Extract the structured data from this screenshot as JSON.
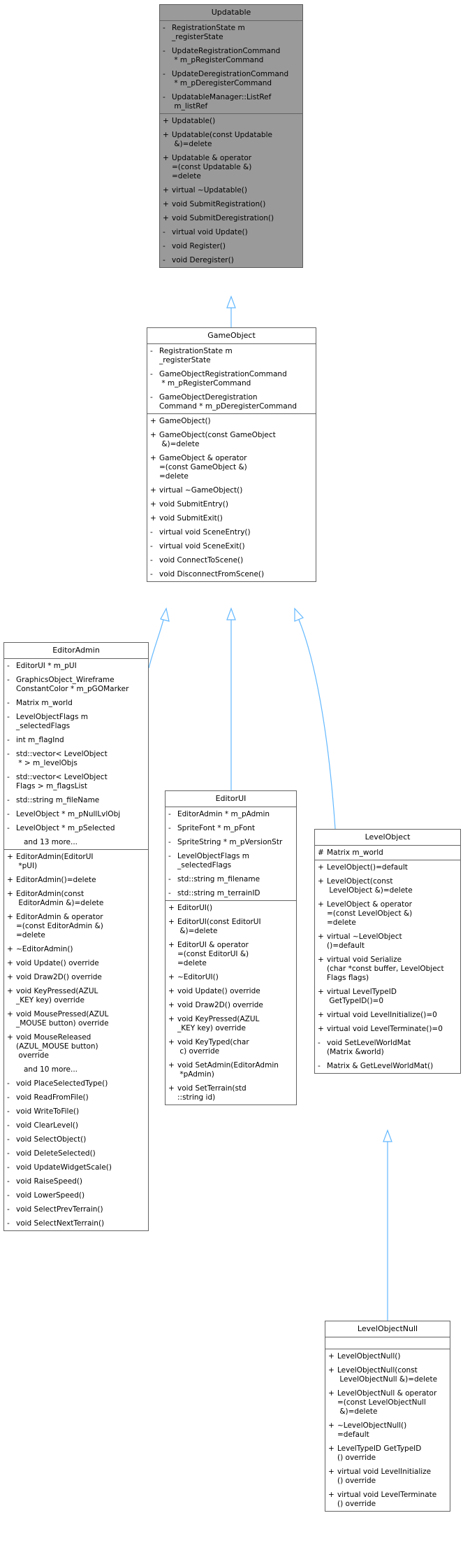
{
  "classes": {
    "updatable": {
      "name": "Updatable",
      "attributes": [
        {
          "vis": "-",
          "text": "RegistrationState m\n_registerState"
        },
        {
          "vis": "-",
          "text": "UpdateRegistrationCommand\n * m_pRegisterCommand"
        },
        {
          "vis": "-",
          "text": "UpdateDeregistrationCommand\n * m_pDeregisterCommand"
        },
        {
          "vis": "-",
          "text": "UpdatableManager::ListRef\n m_listRef"
        }
      ],
      "methods": [
        {
          "vis": "+",
          "text": "Updatable()"
        },
        {
          "vis": "+",
          "text": "Updatable(const Updatable\n &)=delete"
        },
        {
          "vis": "+",
          "text": "Updatable & operator\n=(const Updatable &)\n=delete"
        },
        {
          "vis": "+",
          "text": "virtual ~Updatable()"
        },
        {
          "vis": "+",
          "text": "void SubmitRegistration()"
        },
        {
          "vis": "+",
          "text": "void SubmitDeregistration()"
        },
        {
          "vis": "-",
          "text": "virtual void Update()"
        },
        {
          "vis": "-",
          "text": "void Register()"
        },
        {
          "vis": "-",
          "text": "void Deregister()"
        }
      ]
    },
    "gameobject": {
      "name": "GameObject",
      "attributes": [
        {
          "vis": "-",
          "text": "RegistrationState m\n_registerState"
        },
        {
          "vis": "-",
          "text": "GameObjectRegistrationCommand\n * m_pRegisterCommand"
        },
        {
          "vis": "-",
          "text": "GameObjectDeregistration\nCommand * m_pDeregisterCommand"
        }
      ],
      "methods": [
        {
          "vis": "+",
          "text": "GameObject()"
        },
        {
          "vis": "+",
          "text": "GameObject(const GameObject\n &)=delete"
        },
        {
          "vis": "+",
          "text": "GameObject & operator\n=(const GameObject &)\n=delete"
        },
        {
          "vis": "+",
          "text": "virtual ~GameObject()"
        },
        {
          "vis": "+",
          "text": "void SubmitEntry()"
        },
        {
          "vis": "+",
          "text": "void SubmitExit()"
        },
        {
          "vis": "-",
          "text": "virtual void SceneEntry()"
        },
        {
          "vis": "-",
          "text": "virtual void SceneExit()"
        },
        {
          "vis": "-",
          "text": "void ConnectToScene()"
        },
        {
          "vis": "-",
          "text": "void DisconnectFromScene()"
        }
      ]
    },
    "editoradmin": {
      "name": "EditorAdmin",
      "attributes": [
        {
          "vis": "-",
          "text": "EditorUI * m_pUI"
        },
        {
          "vis": "-",
          "text": "GraphicsObject_Wireframe\nConstantColor * m_pGOMarker"
        },
        {
          "vis": "-",
          "text": "Matrix m_world"
        },
        {
          "vis": "-",
          "text": "LevelObjectFlags m\n_selectedFlags"
        },
        {
          "vis": "-",
          "text": "int m_flagInd"
        },
        {
          "vis": "-",
          "text": "std::vector< LevelObject\n * > m_levelObjs"
        },
        {
          "vis": "-",
          "text": "std::vector< LevelObject\nFlags > m_flagsList"
        },
        {
          "vis": "-",
          "text": "std::string m_fileName"
        },
        {
          "vis": "-",
          "text": "LevelObject * m_pNullLvlObj"
        },
        {
          "vis": "-",
          "text": "LevelObject * m_pSelected"
        },
        {
          "vis": "",
          "text": "and 13 more..."
        }
      ],
      "methods": [
        {
          "vis": "+",
          "text": "EditorAdmin(EditorUI\n *pUI)"
        },
        {
          "vis": "+",
          "text": "EditorAdmin()=delete"
        },
        {
          "vis": "+",
          "text": "EditorAdmin(const\n EditorAdmin &)=delete"
        },
        {
          "vis": "+",
          "text": "EditorAdmin & operator\n=(const EditorAdmin &)\n=delete"
        },
        {
          "vis": "+",
          "text": "~EditorAdmin()"
        },
        {
          "vis": "+",
          "text": "void Update() override"
        },
        {
          "vis": "+",
          "text": "void Draw2D() override"
        },
        {
          "vis": "+",
          "text": "void KeyPressed(AZUL\n_KEY key) override"
        },
        {
          "vis": "+",
          "text": "void MousePressed(AZUL\n_MOUSE button) override"
        },
        {
          "vis": "+",
          "text": "void MouseReleased\n(AZUL_MOUSE button)\n override"
        },
        {
          "vis": "",
          "text": "and 10 more..."
        },
        {
          "vis": "-",
          "text": "void PlaceSelectedType()"
        },
        {
          "vis": "-",
          "text": "void ReadFromFile()"
        },
        {
          "vis": "-",
          "text": "void WriteToFile()"
        },
        {
          "vis": "-",
          "text": "void ClearLevel()"
        },
        {
          "vis": "-",
          "text": "void SelectObject()"
        },
        {
          "vis": "-",
          "text": "void DeleteSelected()"
        },
        {
          "vis": "-",
          "text": "void UpdateWidgetScale()"
        },
        {
          "vis": "-",
          "text": "void RaiseSpeed()"
        },
        {
          "vis": "-",
          "text": "void LowerSpeed()"
        },
        {
          "vis": "-",
          "text": "void SelectPrevTerrain()"
        },
        {
          "vis": "-",
          "text": "void SelectNextTerrain()"
        }
      ]
    },
    "editorui": {
      "name": "EditorUI",
      "attributes": [
        {
          "vis": "-",
          "text": "EditorAdmin * m_pAdmin"
        },
        {
          "vis": "-",
          "text": "SpriteFont * m_pFont"
        },
        {
          "vis": "-",
          "text": "SpriteString * m_pVersionStr"
        },
        {
          "vis": "-",
          "text": "LevelObjectFlags m\n_selectedFlags"
        },
        {
          "vis": "-",
          "text": "std::string m_filename"
        },
        {
          "vis": "-",
          "text": "std::string m_terrainID"
        }
      ],
      "methods": [
        {
          "vis": "+",
          "text": "EditorUI()"
        },
        {
          "vis": "+",
          "text": "EditorUI(const EditorUI\n &)=delete"
        },
        {
          "vis": "+",
          "text": "EditorUI & operator\n=(const EditorUI &)\n=delete"
        },
        {
          "vis": "+",
          "text": "~EditorUI()"
        },
        {
          "vis": "+",
          "text": "void Update() override"
        },
        {
          "vis": "+",
          "text": "void Draw2D() override"
        },
        {
          "vis": "+",
          "text": "void KeyPressed(AZUL\n_KEY key) override"
        },
        {
          "vis": "+",
          "text": "void KeyTyped(char\n c) override"
        },
        {
          "vis": "+",
          "text": "void SetAdmin(EditorAdmin\n *pAdmin)"
        },
        {
          "vis": "+",
          "text": "void SetTerrain(std\n::string id)"
        }
      ]
    },
    "levelobject": {
      "name": "LevelObject",
      "attributes": [
        {
          "vis": "#",
          "text": "Matrix m_world"
        }
      ],
      "methods": [
        {
          "vis": "+",
          "text": "LevelObject()=default"
        },
        {
          "vis": "+",
          "text": "LevelObject(const\n LevelObject &)=delete"
        },
        {
          "vis": "+",
          "text": "LevelObject & operator\n=(const LevelObject &)\n=delete"
        },
        {
          "vis": "+",
          "text": "virtual ~LevelObject\n()=default"
        },
        {
          "vis": "+",
          "text": "virtual void Serialize\n(char *const buffer, LevelObject\nFlags flags)"
        },
        {
          "vis": "+",
          "text": "virtual LevelTypeID\n GetTypeID()=0"
        },
        {
          "vis": "+",
          "text": "virtual void LevelInitialize()=0"
        },
        {
          "vis": "+",
          "text": "virtual void LevelTerminate()=0"
        },
        {
          "vis": "-",
          "text": "void SetLevelWorldMat\n(Matrix &world)"
        },
        {
          "vis": "-",
          "text": "Matrix & GetLevelWorldMat()"
        }
      ]
    },
    "levelobjectnull": {
      "name": "LevelObjectNull",
      "attributes": [],
      "methods": [
        {
          "vis": "+",
          "text": "LevelObjectNull()"
        },
        {
          "vis": "+",
          "text": "LevelObjectNull(const\n LevelObjectNull &)=delete"
        },
        {
          "vis": "+",
          "text": "LevelObjectNull & operator\n=(const LevelObjectNull\n &)=delete"
        },
        {
          "vis": "+",
          "text": "~LevelObjectNull()\n=default"
        },
        {
          "vis": "+",
          "text": "LevelTypeID GetTypeID\n() override"
        },
        {
          "vis": "+",
          "text": "virtual void LevelInitialize\n() override"
        },
        {
          "vis": "+",
          "text": "virtual void LevelTerminate\n() override"
        }
      ]
    }
  },
  "colors": {
    "edge": "#63b8ff",
    "border": "#636363",
    "highlight_fill": "#9a9a9a"
  }
}
